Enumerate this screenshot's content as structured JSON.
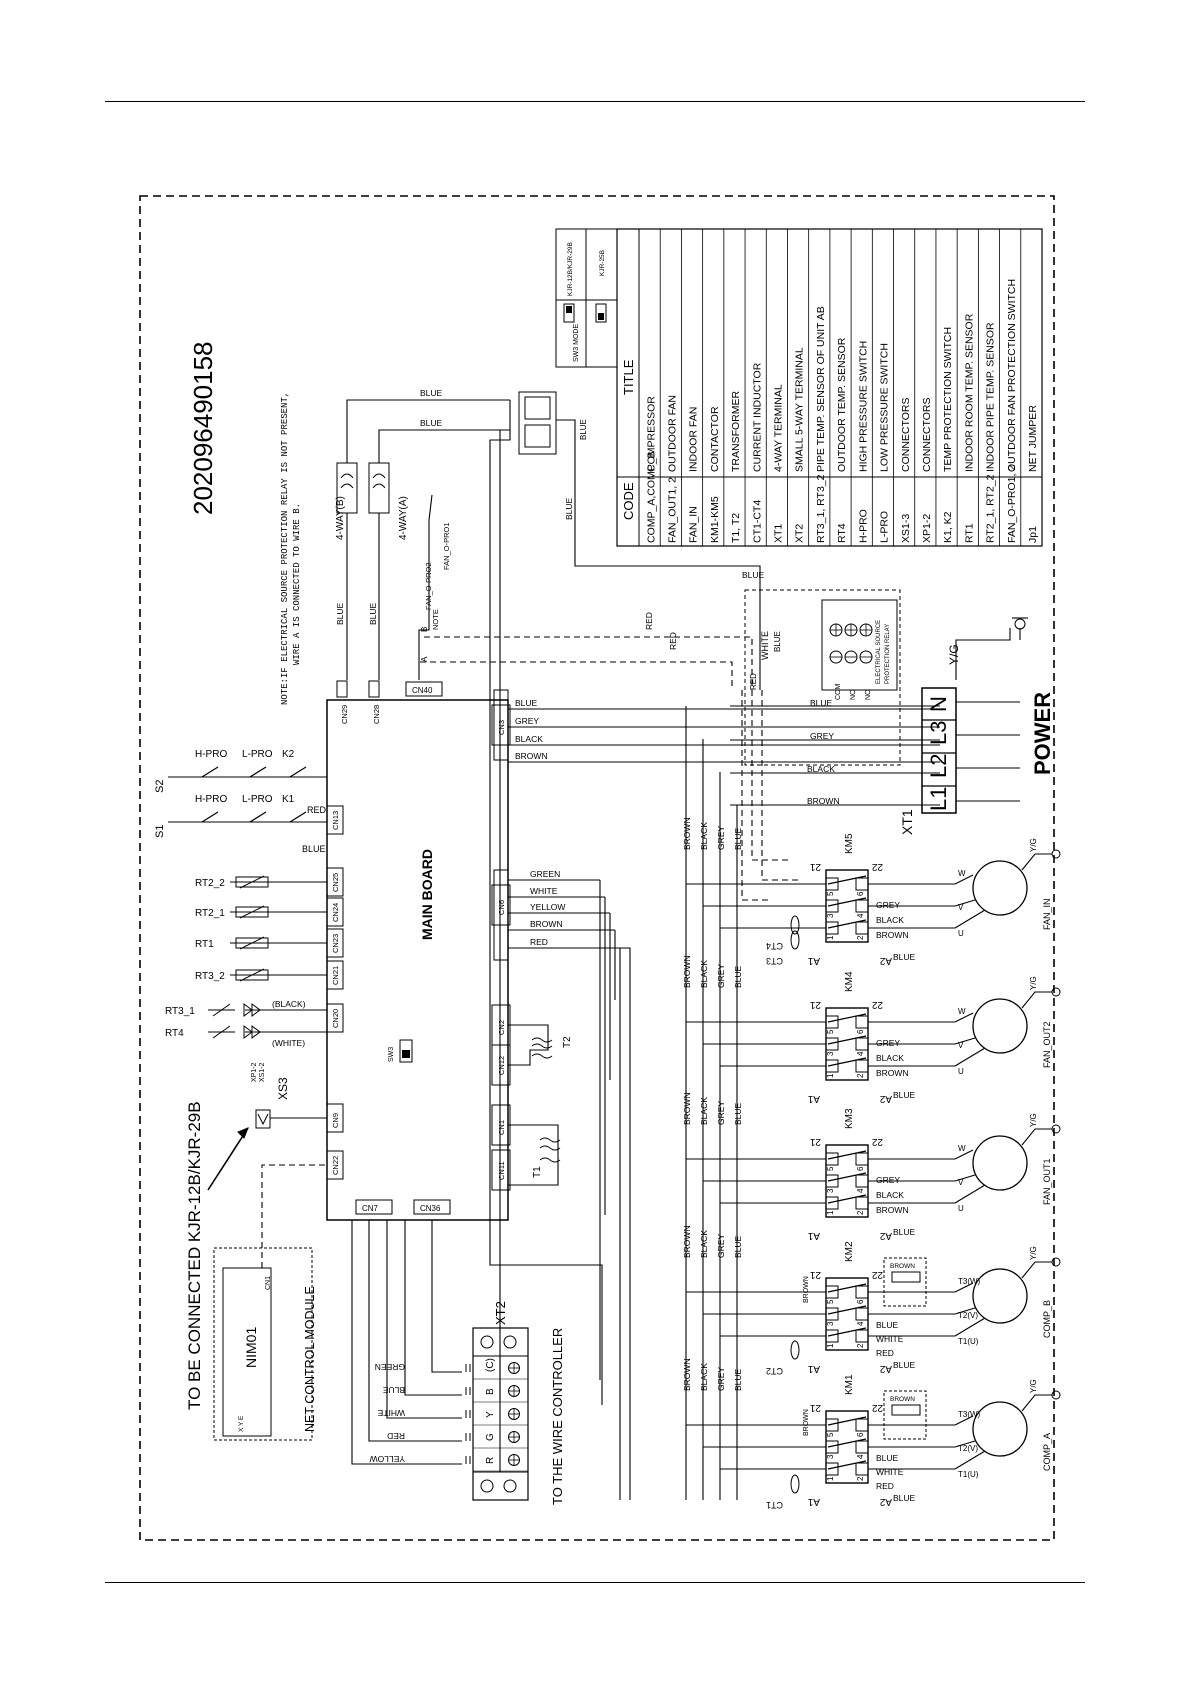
{
  "doc_number": "202096490158",
  "note": {
    "line1": "NOTE:IF ELECTRICAL SOURCE PROTECTION RELAY IS NOT PRESENT,",
    "line2": "WIRE A IS CONNECTED TO WIRE B."
  },
  "legend": {
    "header_code": "CODE",
    "header_title": "TITLE",
    "rows": [
      {
        "code": "COMP_A,COMP_B",
        "title": "COMPRESSOR"
      },
      {
        "code": "FAN_OUT1, 2",
        "title": "OUTDOOR FAN"
      },
      {
        "code": "FAN_IN",
        "title": "INDOOR FAN"
      },
      {
        "code": "KM1-KM5",
        "title": "CONTACTOR"
      },
      {
        "code": "T1, T2",
        "title": "TRANSFORMER"
      },
      {
        "code": "CT1-CT4",
        "title": "CURRENT INDUCTOR"
      },
      {
        "code": "XT1",
        "title": "4-WAY TERMINAL"
      },
      {
        "code": "XT2",
        "title": "SMALL 5-WAY TERMINAL"
      },
      {
        "code": "RT3_1, RT3_2",
        "title": "PIPE TEMP. SENSOR OF UNIT AB"
      },
      {
        "code": "RT4",
        "title": "OUTDOOR TEMP. SENSOR"
      },
      {
        "code": "H-PRO",
        "title": "HIGH PRESSURE SWITCH"
      },
      {
        "code": "L-PRO",
        "title": "LOW PRESSURE SWITCH"
      },
      {
        "code": "XS1-3",
        "title": "CONNECTORS"
      },
      {
        "code": "XP1-2",
        "title": "CONNECTORS"
      },
      {
        "code": "K1, K2",
        "title": "TEMP PROTECTION SWITCH"
      },
      {
        "code": "RT1",
        "title": "INDOOR ROOM TEMP. SENSOR"
      },
      {
        "code": "RT2_1, RT2_2",
        "title": "INDOOR PIPE TEMP. SENSOR"
      },
      {
        "code": "FAN_O-PRO1, 2",
        "title": "OUTDOOR FAN PROTECTION SWITCH"
      },
      {
        "code": "Jp1",
        "title": "NET JUMPER"
      }
    ],
    "sw3_label": "SW3 MODE",
    "sw3_opt1": "KJR-12B/KJR-29B",
    "sw3_opt2": "KJR-25B"
  },
  "main_board": {
    "label": "MAIN BOARD",
    "connectors": [
      "CN29",
      "CN28",
      "CN40",
      "CN13",
      "CN25",
      "CN24",
      "CN23",
      "CN21",
      "CN20",
      "CN9",
      "CN22",
      "CN7",
      "CN36",
      "CN3",
      "CN6",
      "CN2",
      "CN12",
      "CN1",
      "CN11"
    ],
    "sw3": "SW3"
  },
  "cn3_wires": [
    "BLUE",
    "GREY",
    "BLACK",
    "BROWN"
  ],
  "cn6_wires": [
    "GREEN",
    "WHITE",
    "YELLOW",
    "BROWN",
    "RED"
  ],
  "sensors": [
    "RT2_2",
    "RT2_1",
    "RT1",
    "RT3_2",
    "RT3_1",
    "RT4"
  ],
  "sensor_notes": {
    "black": "(BLACK)",
    "white": "(WHITE)",
    "xp": "XP1-2",
    "xs": "XS1-2"
  },
  "switches": {
    "s1": "S1",
    "s2": "S2",
    "hpro": "H-PRO",
    "lpro": "L-PRO",
    "k1": "K1",
    "k2": "K2",
    "red": "RED",
    "blue": "BLUE"
  },
  "four_way": {
    "a": "4-WAY(A)",
    "b": "4-WAY(B)"
  },
  "fan_pro": {
    "pro1": "FAN_O-PRO1",
    "pro2": "FAN_O-PRO2",
    "note": "NOTE"
  },
  "wire_colors": {
    "blue": "BLUE",
    "red": "RED",
    "brown": "BROWN",
    "black": "BLACK",
    "grey": "GREY",
    "white": "WHITE",
    "green": "GREEN",
    "yellow": "YELLOW",
    "yg": "Y/G"
  },
  "relay_box": {
    "line1": "ELECTRICAL SOURCE",
    "line2": "PROTECTION RELAY",
    "terms": [
      "COM",
      "NC",
      "NO"
    ]
  },
  "xt1": {
    "label": "XT1",
    "terms": [
      "N",
      "L3",
      "L2",
      "L1"
    ],
    "power": "POWER",
    "yg": "Y/G"
  },
  "contactors": [
    {
      "name": "KM5",
      "load": "FAN_IN",
      "terms": [
        "W",
        "V",
        "U"
      ]
    },
    {
      "name": "KM4",
      "load": "FAN_OUT2",
      "terms": [
        "W",
        "V",
        "U"
      ]
    },
    {
      "name": "KM3",
      "load": "FAN_OUT1",
      "terms": [
        "W",
        "V",
        "U"
      ]
    },
    {
      "name": "KM2",
      "load": "COMP_B",
      "terms": [
        "T3(W)",
        "T2(V)",
        "T1(U)"
      ]
    },
    {
      "name": "KM1",
      "load": "COMP_A",
      "terms": [
        "T3(W)",
        "T2(V)",
        "T1(U)"
      ]
    }
  ],
  "contactor_labels": {
    "a1": "A1",
    "a2": "A2",
    "c21": "21",
    "c22": "22"
  },
  "cts": [
    "CT4",
    "CT3",
    "CT2",
    "CT1"
  ],
  "transformers": {
    "t1": "T1",
    "t2": "T2"
  },
  "xt2": {
    "label": "XT2",
    "terms": [
      "R",
      "G",
      "Y",
      "B",
      "(C)"
    ],
    "wires": [
      "YELLOW",
      "RED",
      "WHITE",
      "BLUE",
      "GREEN"
    ],
    "caption": "TO THE WIRE CONTROLLER"
  },
  "xs3": "XS3",
  "connect_note": "TO BE CONNECTED KJR-12B/KJR-29B",
  "net_module": {
    "title": "NET CONTROL MODULE",
    "name": "NIM01",
    "cn": "CN1",
    "xye": "X Y E"
  }
}
